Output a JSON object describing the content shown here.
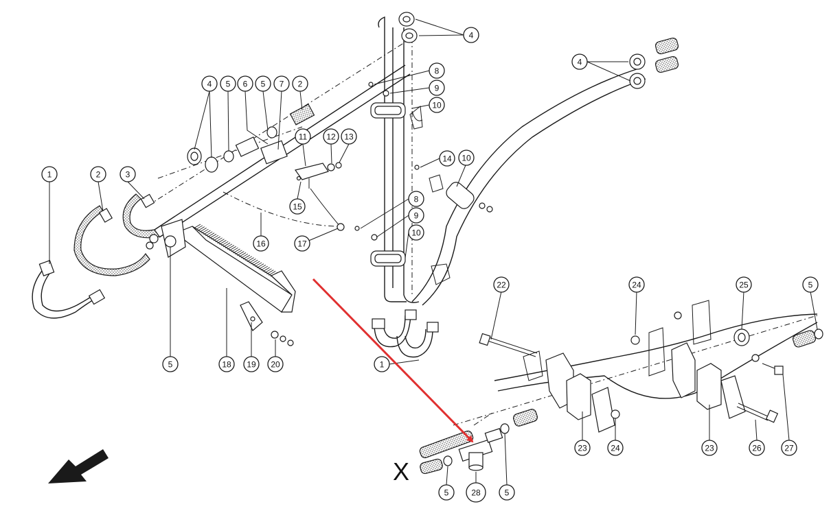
{
  "diagram": {
    "view_marker": "X",
    "highlight_color": "#9bb23a",
    "arrow_color": "#e03030",
    "highlighted_callout": "28",
    "callouts": [
      {
        "id": "c1a",
        "label": "1"
      },
      {
        "id": "c2a",
        "label": "2"
      },
      {
        "id": "c3",
        "label": "3"
      },
      {
        "id": "c4a",
        "label": "4"
      },
      {
        "id": "c5a",
        "label": "5"
      },
      {
        "id": "c6",
        "label": "6"
      },
      {
        "id": "c5b",
        "label": "5"
      },
      {
        "id": "c7",
        "label": "7"
      },
      {
        "id": "c2b",
        "label": "2"
      },
      {
        "id": "c4b",
        "label": "4"
      },
      {
        "id": "c4c",
        "label": "4"
      },
      {
        "id": "c8a",
        "label": "8"
      },
      {
        "id": "c9a",
        "label": "9"
      },
      {
        "id": "c10a",
        "label": "10"
      },
      {
        "id": "c11",
        "label": "11"
      },
      {
        "id": "c12",
        "label": "12"
      },
      {
        "id": "c13",
        "label": "13"
      },
      {
        "id": "c14",
        "label": "14"
      },
      {
        "id": "c10b",
        "label": "10"
      },
      {
        "id": "c15",
        "label": "15"
      },
      {
        "id": "c16",
        "label": "16"
      },
      {
        "id": "c17",
        "label": "17"
      },
      {
        "id": "c8b",
        "label": "8"
      },
      {
        "id": "c9b",
        "label": "9"
      },
      {
        "id": "c10c",
        "label": "10"
      },
      {
        "id": "c5c",
        "label": "5"
      },
      {
        "id": "c18",
        "label": "18"
      },
      {
        "id": "c19",
        "label": "19"
      },
      {
        "id": "c20",
        "label": "20"
      },
      {
        "id": "c1b",
        "label": "1"
      },
      {
        "id": "c22",
        "label": "22"
      },
      {
        "id": "c24a",
        "label": "24"
      },
      {
        "id": "c25",
        "label": "25"
      },
      {
        "id": "c5d",
        "label": "5"
      },
      {
        "id": "c23a",
        "label": "23"
      },
      {
        "id": "c24b",
        "label": "24"
      },
      {
        "id": "c23b",
        "label": "23"
      },
      {
        "id": "c26",
        "label": "26"
      },
      {
        "id": "c27",
        "label": "27"
      },
      {
        "id": "c5e",
        "label": "5"
      },
      {
        "id": "c28",
        "label": "28"
      },
      {
        "id": "c5f",
        "label": "5"
      }
    ]
  }
}
